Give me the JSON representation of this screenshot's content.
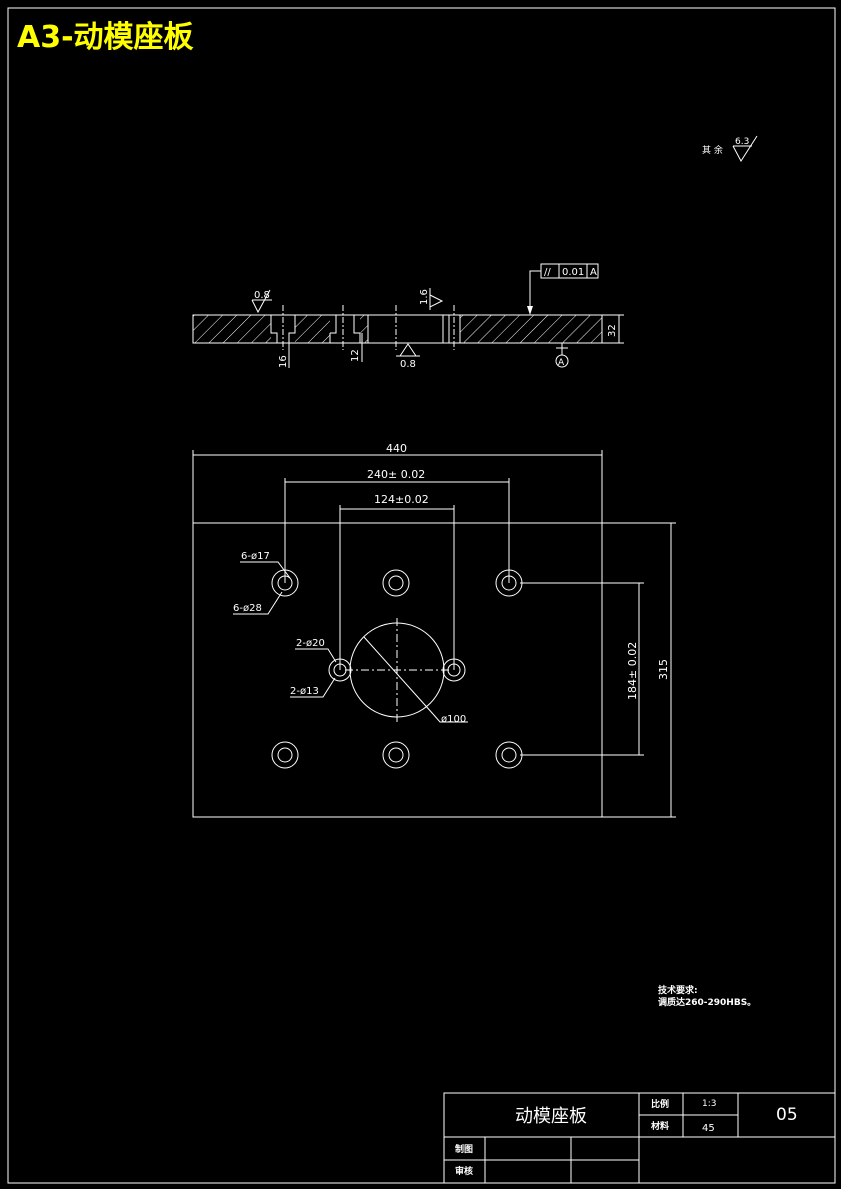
{
  "header": {
    "title": "A3-动模座板"
  },
  "roughness_note": {
    "label": "其 余",
    "value": "6.3"
  },
  "section_view": {
    "roughness_top_left": "0.8",
    "roughness_center": "1.6",
    "roughness_bottom": "0.8",
    "parallelism_symbol": "//",
    "parallelism_tolerance": "0.01",
    "parallelism_datum": "A",
    "datum_label": "A",
    "dim_thickness": "32",
    "dim_counterbore_1": "16",
    "dim_counterbore_2": "12"
  },
  "plan_view": {
    "dim_width": "440",
    "dim_pitch_x": "240± 0.02",
    "dim_inner_x": "124±0.02",
    "dim_pitch_y": "184± 0.02",
    "dim_height": "315",
    "callout_bolt_hole": "6-ø17",
    "callout_bolt_cbore": "6-ø28",
    "callout_pin_cbore": "2-ø20",
    "callout_pin_hole": "2-ø13",
    "callout_center_bore": "ø100"
  },
  "technical_requirements": {
    "heading": "技术要求:",
    "text": "调质达260-290HBS。"
  },
  "title_block": {
    "part_name": "动模座板",
    "scale_label": "比例",
    "scale_value": "1:3",
    "material_label": "材料",
    "material_value": "45",
    "drawing_number": "05",
    "drawn_label": "制图",
    "checked_label": "审核"
  }
}
